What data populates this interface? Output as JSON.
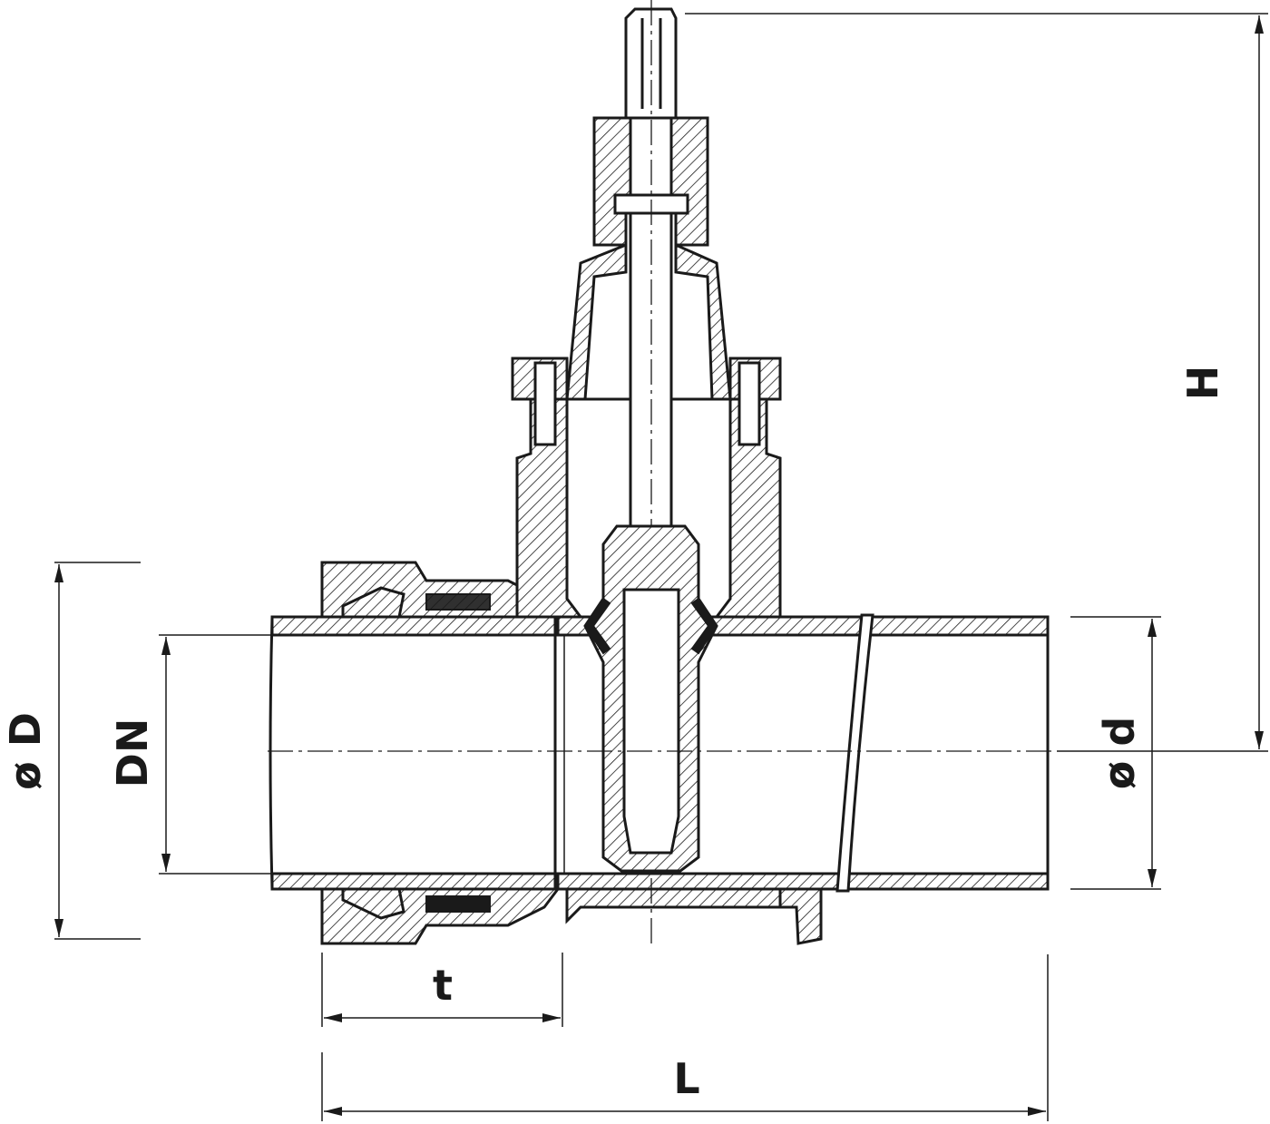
{
  "drawing": {
    "dimensions": {
      "outer_diameter": "ø D",
      "nominal_diameter": "DN",
      "pipe_diameter": "ø d",
      "height": "H",
      "socket_depth": "t",
      "length": "L"
    },
    "colors": {
      "line": "#1a1a1a",
      "background": "#ffffff"
    }
  }
}
